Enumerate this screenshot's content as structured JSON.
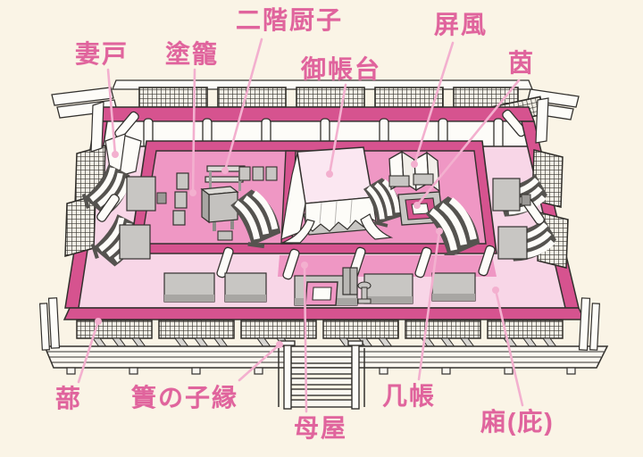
{
  "diagram": {
    "colors": {
      "background": "#faf4e6",
      "label_text": "#e0649d",
      "leader_line": "#f3b0cf",
      "wall_deep_pink": "#d6538f",
      "moya_floor": "#ef97c4",
      "hisashi_floor": "#f8d6e7",
      "canopy_pale_pink": "#fbe7f1",
      "furniture_gray": "#c8c6c3",
      "outline": "#33312e"
    },
    "labels": [
      {
        "id": "nikai-zushi",
        "text": "二階厨子"
      },
      {
        "id": "tsumado",
        "text": "妻戸"
      },
      {
        "id": "nurigome",
        "text": "塗籠"
      },
      {
        "id": "michodai",
        "text": "御帳台"
      },
      {
        "id": "byobu",
        "text": "屏風"
      },
      {
        "id": "shitone",
        "text": "茵"
      },
      {
        "id": "shitomi",
        "text": "蔀"
      },
      {
        "id": "sunokoen",
        "text": "簀の子縁"
      },
      {
        "id": "moya",
        "text": "母屋"
      },
      {
        "id": "kicho",
        "text": "几帳"
      },
      {
        "id": "hisashi",
        "text": "廂(庇)"
      }
    ]
  }
}
